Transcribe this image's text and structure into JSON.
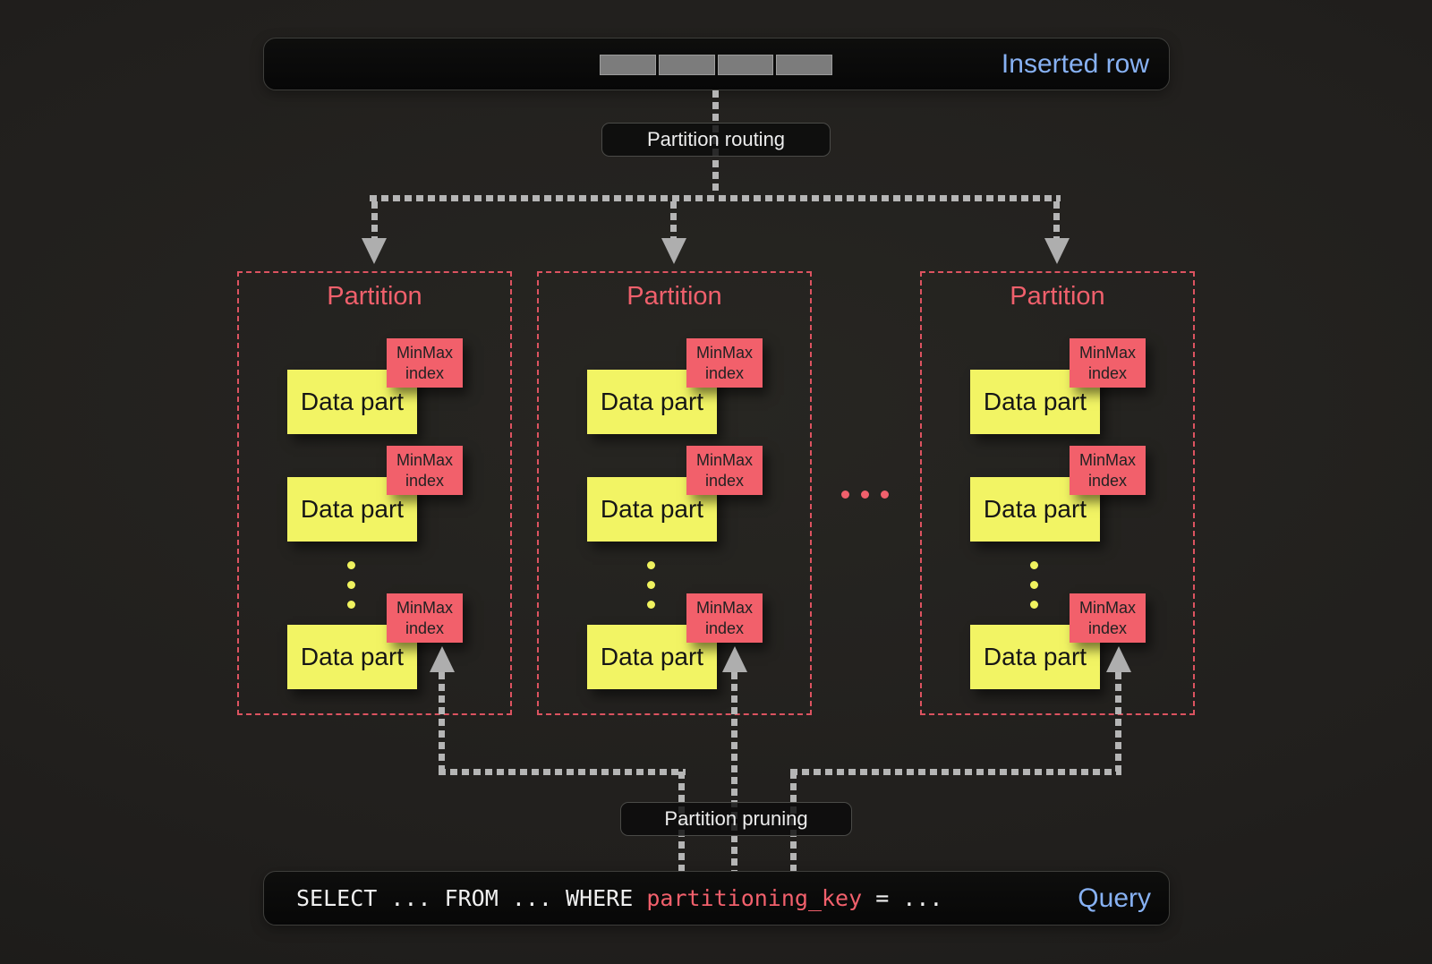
{
  "header": {
    "label": "Inserted row",
    "segment_count": 4
  },
  "routing": {
    "label": "Partition routing"
  },
  "pruning": {
    "label": "Partition pruning"
  },
  "partitions": [
    {
      "title": "Partition",
      "parts": [
        {
          "label": "Data part",
          "tag_line1": "MinMax",
          "tag_line2": "index"
        },
        {
          "label": "Data part",
          "tag_line1": "MinMax",
          "tag_line2": "index"
        },
        {
          "label": "Data part",
          "tag_line1": "MinMax",
          "tag_line2": "index"
        }
      ]
    },
    {
      "title": "Partition",
      "parts": [
        {
          "label": "Data part",
          "tag_line1": "MinMax",
          "tag_line2": "index"
        },
        {
          "label": "Data part",
          "tag_line1": "MinMax",
          "tag_line2": "index"
        },
        {
          "label": "Data part",
          "tag_line1": "MinMax",
          "tag_line2": "index"
        }
      ]
    },
    {
      "title": "Partition",
      "parts": [
        {
          "label": "Data part",
          "tag_line1": "MinMax",
          "tag_line2": "index"
        },
        {
          "label": "Data part",
          "tag_line1": "MinMax",
          "tag_line2": "index"
        },
        {
          "label": "Data part",
          "tag_line1": "MinMax",
          "tag_line2": "index"
        }
      ]
    }
  ],
  "query": {
    "pre": "SELECT ... FROM ... WHERE ",
    "key": "partitioning_key",
    "post": " = ...",
    "label": "Query"
  },
  "colors": {
    "accent_red": "#f0606c",
    "accent_yellow": "#f2f464",
    "accent_blue": "#87b1f3",
    "line_gray": "#b5b5b5"
  }
}
